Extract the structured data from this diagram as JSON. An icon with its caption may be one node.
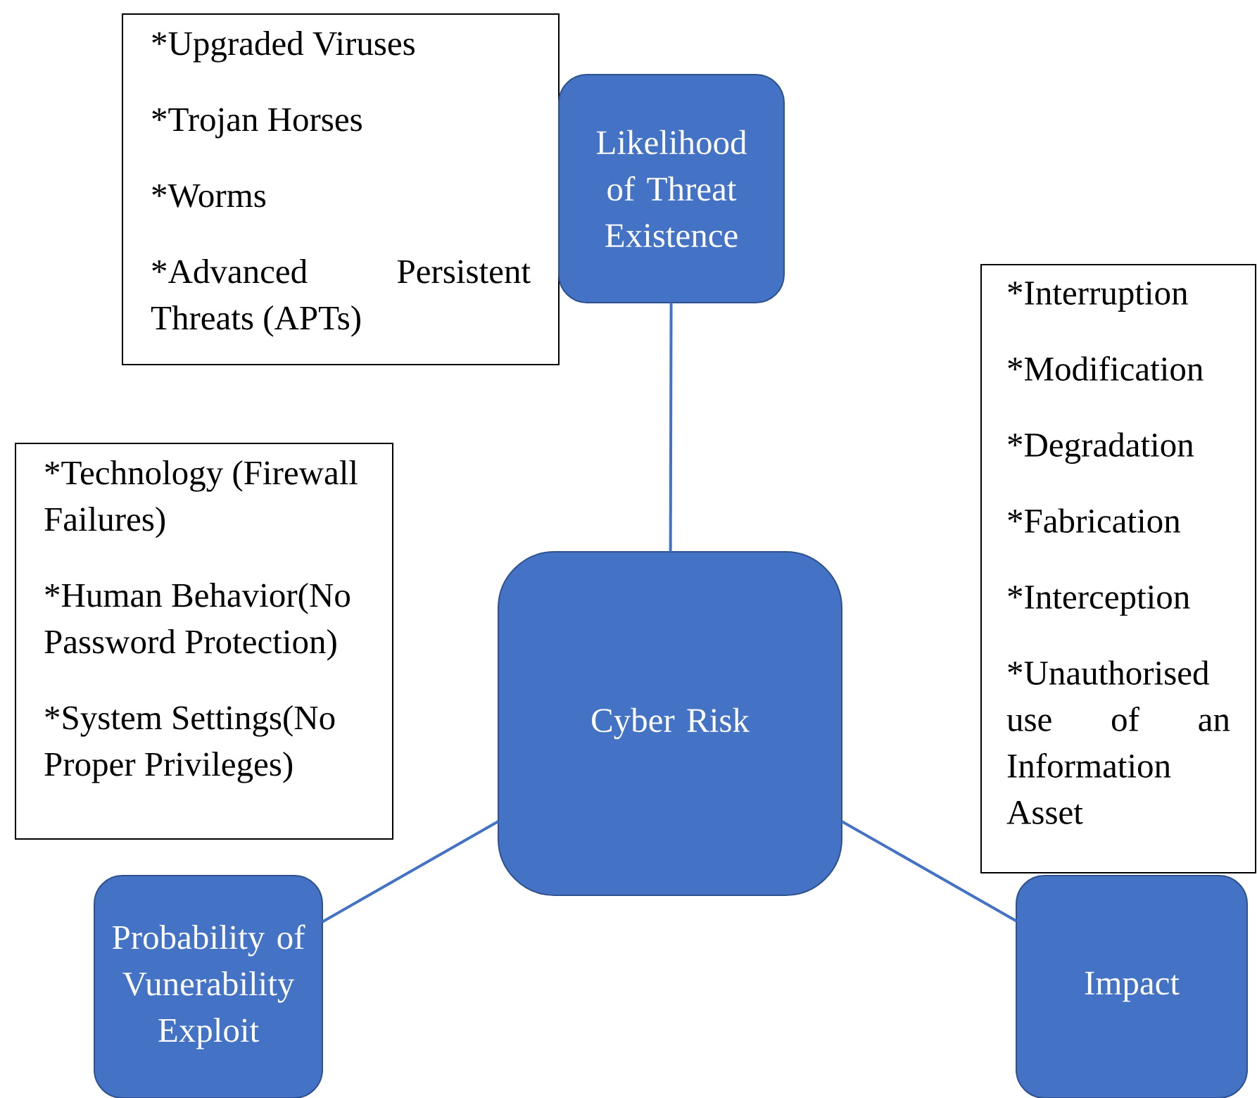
{
  "diagram": {
    "nodes": [
      {
        "text": [
          "*Upgraded Viruses",
          "*Trojan Horses",
          "*Worms",
          "*Advanced Persistent Threats (APTs)"
        ]
      },
      {
        "text": [
          "Likelihood of Threat Existence"
        ]
      },
      {
        "text": [
          "*Interruption",
          "*Modification",
          "*Degradation",
          "*Fabrication",
          "*Interception",
          "*Unauthorised use of an Information Asset"
        ]
      },
      {
        "text": [
          "*Technology (Firewall Failures)",
          "*Human Behavior(No Password Protection)",
          "*System Settings(No Proper Privileges)"
        ]
      },
      {
        "text": [
          "Cyber Risk"
        ]
      },
      {
        "text": [
          "Probability of Vunerability Exploit"
        ]
      },
      {
        "text": [
          "Impact"
        ]
      }
    ],
    "edges": [
      {
        "from": 1,
        "to": 4,
        "arrow": "none"
      },
      {
        "from": 4,
        "to": 5,
        "arrow": "none"
      },
      {
        "from": 4,
        "to": 6,
        "arrow": "none"
      }
    ]
  }
}
